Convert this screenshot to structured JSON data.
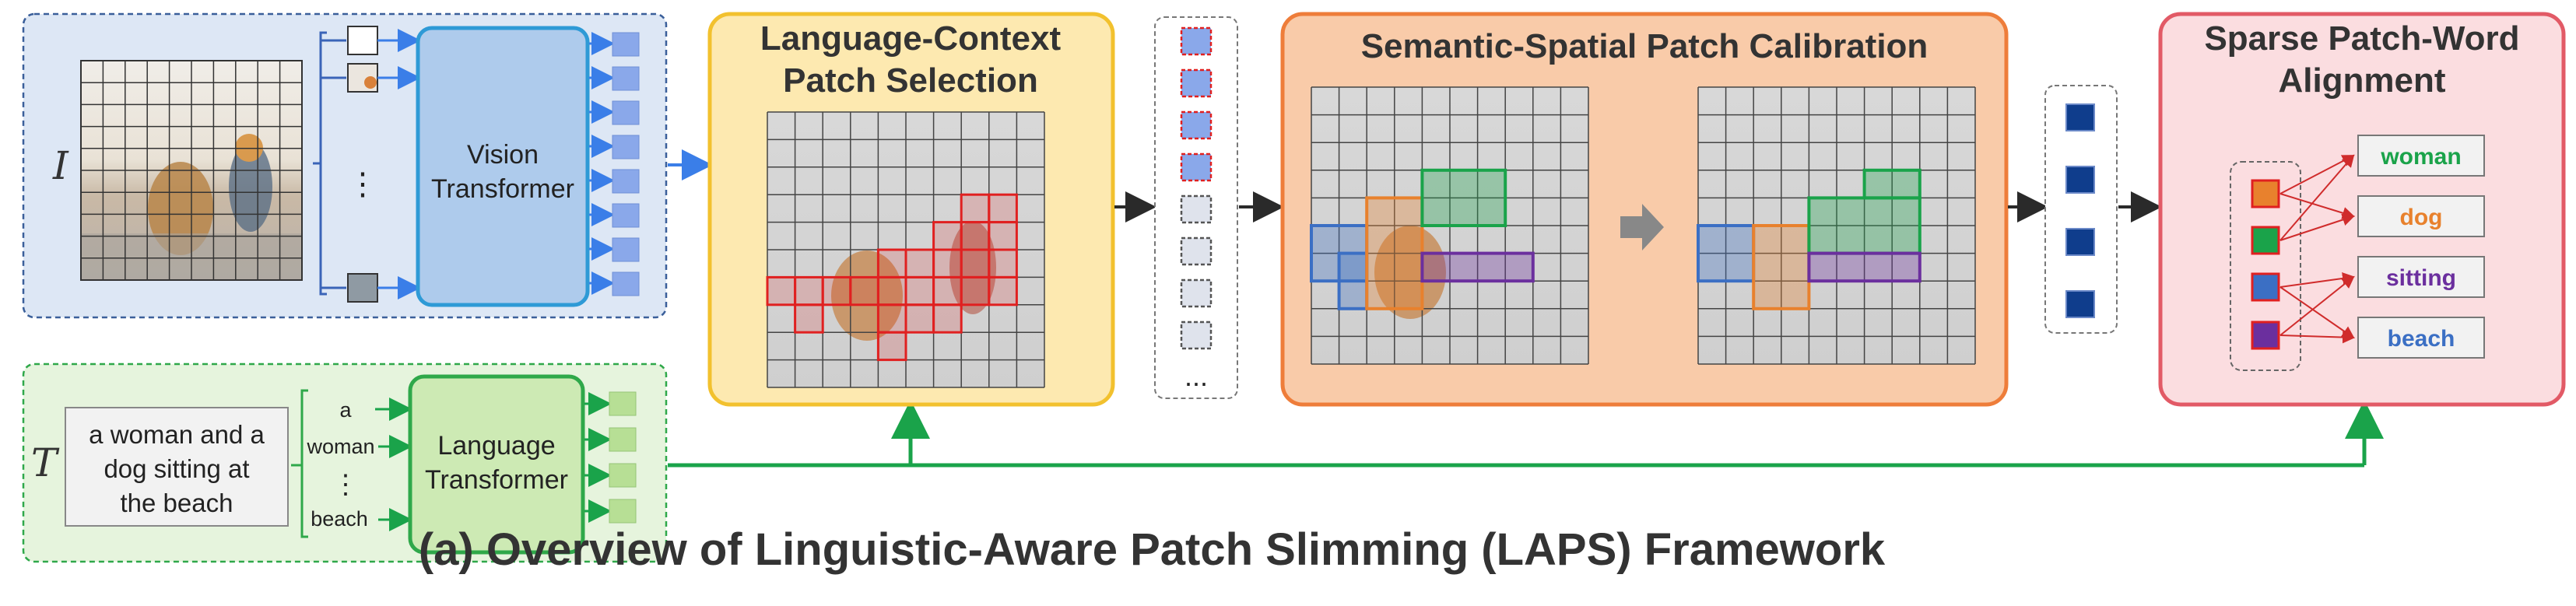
{
  "image_panel": {
    "symbol": "I"
  },
  "vision_encoder": {
    "line1": "Vision",
    "line2": "Transformer"
  },
  "vision_patch_ellipsis": "⋮",
  "text_panel": {
    "symbol": "T",
    "caption_lines": [
      "a woman and a",
      "dog sitting at",
      "the beach"
    ],
    "tokens": [
      "a",
      "woman",
      "⋮",
      "beach"
    ]
  },
  "language_encoder": {
    "line1": "Language",
    "line2": "Transformer"
  },
  "stage1": {
    "title_line1": "Language-Context",
    "title_line2": "Patch Selection"
  },
  "token_column_ellipsis": "...",
  "stage2": {
    "title": "Semantic-Spatial Patch Calibration"
  },
  "stage3": {
    "title_line1": "Sparse Patch-Word",
    "title_line2": "Alignment",
    "words": [
      {
        "text": "woman",
        "color": "#1aa34a"
      },
      {
        "text": "dog",
        "color": "#e8812d"
      },
      {
        "text": "sitting",
        "color": "#6b2f9e"
      },
      {
        "text": "beach",
        "color": "#3b6fc4"
      }
    ]
  },
  "caption": "(a) Overview of Linguistic-Aware Patch Slimming (LAPS) Framework",
  "colors": {
    "image_panel_bg": "#dde7f5",
    "text_panel_bg": "#e6f4dd",
    "stage1_bg": "#fde9b0",
    "stage1_border": "#f2c12e",
    "stage2_bg": "#f9cba9",
    "stage2_border": "#ee7d3a",
    "stage3_bg": "#fbdde0",
    "stage3_border": "#e25a66",
    "vision_box": "#aecbec",
    "vision_border": "#2e9ad6",
    "language_box": "#cdeab4",
    "language_border": "#2fa84a",
    "patch_blue": "#8aa8ea",
    "text_token_green": "#b7df95",
    "selected_red": "#e02020",
    "group_green": "#1aa34a",
    "group_orange": "#e8812d",
    "group_purple": "#6b2f9e",
    "group_blue": "#3b6fc4",
    "aggregated_navy": "#0f3d8c",
    "flow_green": "#1aa34a"
  }
}
